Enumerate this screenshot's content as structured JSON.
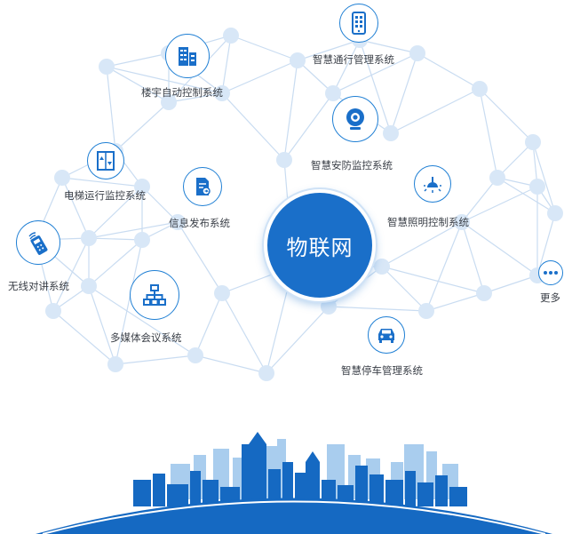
{
  "hub": {
    "label": "物联网"
  },
  "systems": [
    {
      "id": "building",
      "label": "楼宇自动控制系统",
      "icon": "building-icon"
    },
    {
      "id": "access",
      "label": "智慧通行管理系统",
      "icon": "phone-app-icon"
    },
    {
      "id": "security",
      "label": "智慧安防监控系统",
      "icon": "camera-icon"
    },
    {
      "id": "elevator",
      "label": "电梯运行监控系统",
      "icon": "elevator-icon"
    },
    {
      "id": "info",
      "label": "信息发布系统",
      "icon": "document-icon"
    },
    {
      "id": "lighting",
      "label": "智慧照明控制系统",
      "icon": "lamp-icon"
    },
    {
      "id": "intercom",
      "label": "无线对讲系统",
      "icon": "walkie-talkie-icon"
    },
    {
      "id": "more",
      "label": "更多",
      "icon": "more-dots-icon"
    },
    {
      "id": "multimedia",
      "label": "多媒体会议系统",
      "icon": "network-icon"
    },
    {
      "id": "parking",
      "label": "智慧停车管理系统",
      "icon": "car-icon"
    }
  ],
  "colors": {
    "accent": "#1a6fc9",
    "line": "#c9dcf1",
    "dot": "#d8e7f7",
    "city_dark": "#1569c2",
    "city_light": "#a9cdee"
  }
}
